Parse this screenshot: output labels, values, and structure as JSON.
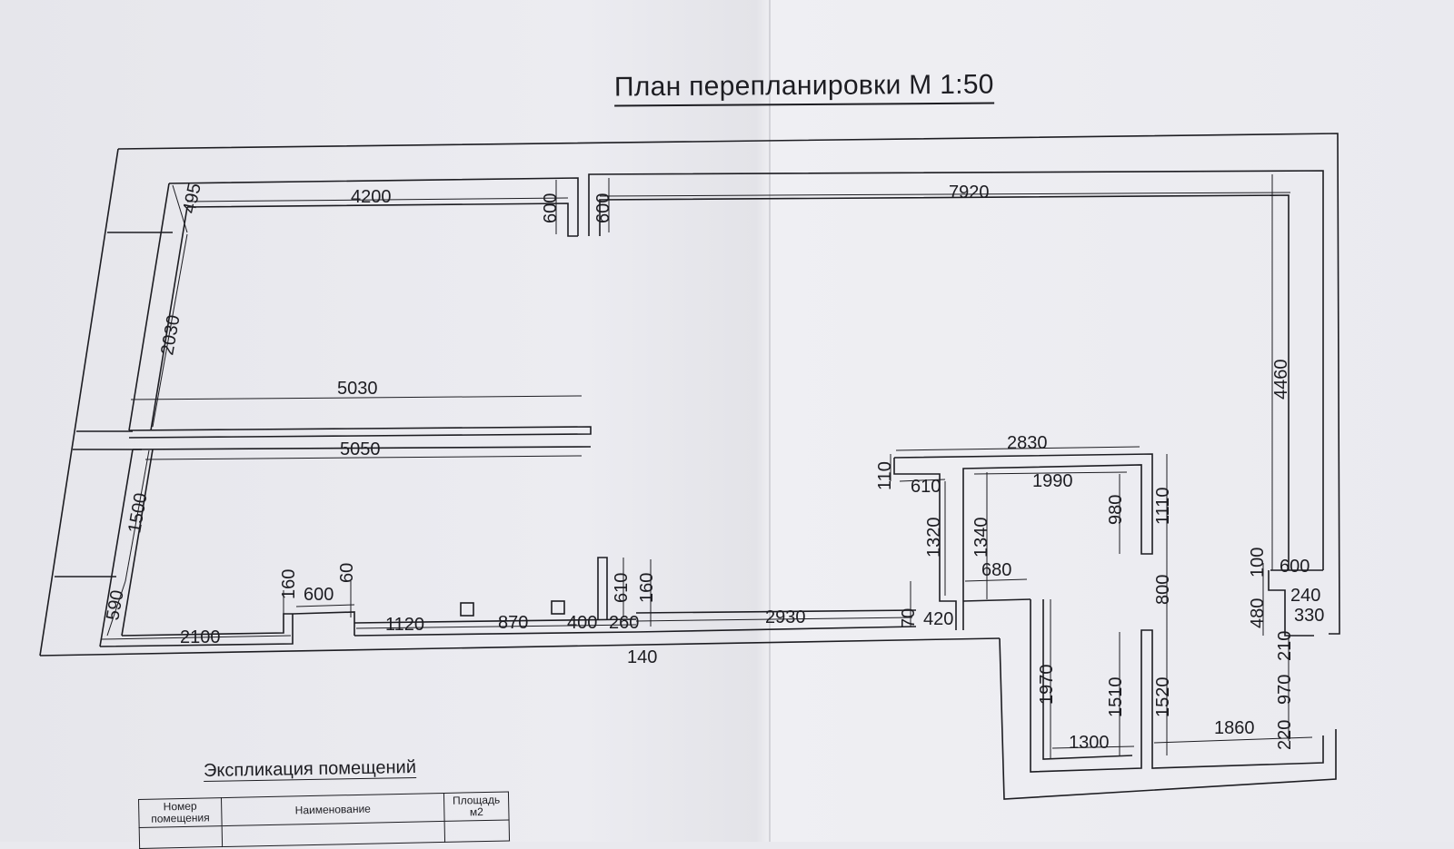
{
  "title": "План перепланировки М 1:50",
  "dimensions": {
    "d4200": "4200",
    "d7920": "7920",
    "d495": "495",
    "d600a": "600",
    "d600b": "600",
    "d2030": "2030",
    "d5030": "5030",
    "d5050": "5050",
    "d4460": "4460",
    "d1500": "1500",
    "d590": "590",
    "d2100": "2100",
    "d160a": "160",
    "d600c": "600",
    "d60": "60",
    "d1120": "1120",
    "d870": "870",
    "d400": "400",
    "d260": "260",
    "d610a": "610",
    "d160b": "160",
    "d140": "140",
    "d2930": "2930",
    "d70": "70",
    "d420": "420",
    "d2830": "2830",
    "d110": "110",
    "d610b": "610",
    "d1990": "1990",
    "d1320": "1320",
    "d1340": "1340",
    "d980": "980",
    "d1110": "1110",
    "d680": "680",
    "d800": "800",
    "d1970": "1970",
    "d1510": "1510",
    "d1520": "1520",
    "d1300": "1300",
    "d1860": "1860",
    "d100": "100",
    "d600d": "600",
    "d240": "240",
    "d480": "480",
    "d330": "330",
    "d210": "210",
    "d970": "970",
    "d220": "220"
  },
  "explication": {
    "title": "Экспликация помещений",
    "col_number": "Номер помещения",
    "col_name": "Наименование",
    "col_area": "Площадь м2"
  }
}
